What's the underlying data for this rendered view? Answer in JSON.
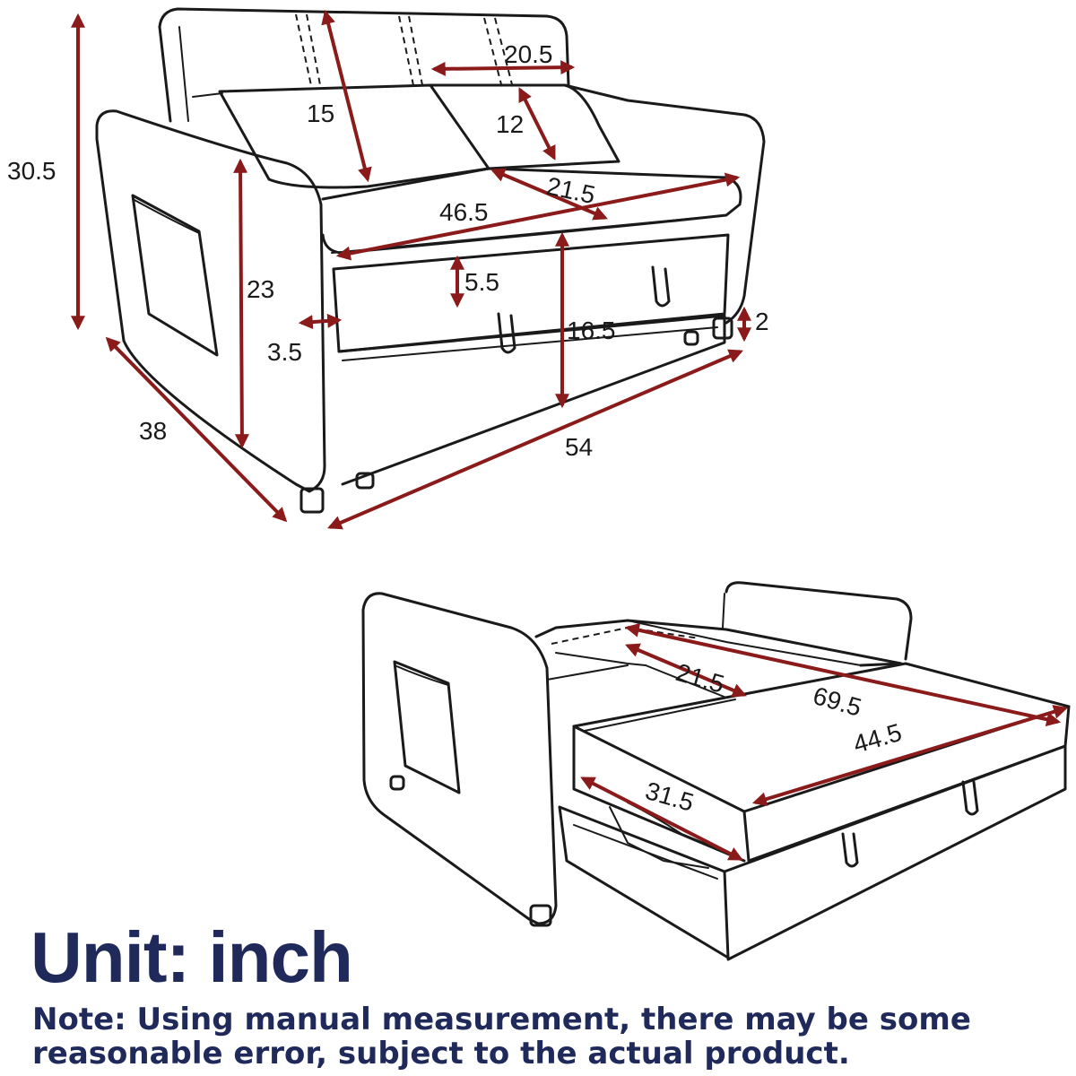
{
  "colors": {
    "dimension_line": "#8b1a1a",
    "outline": "#1a1a1a",
    "text_heading": "#1f2a5a"
  },
  "sofa_dimensions": {
    "height": "30.5",
    "pillow_height": "15",
    "pillow_width": "20.5",
    "back_cushion": "12",
    "seat_depth": "21.5",
    "seat_width": "46.5",
    "arm_height": "23",
    "seat_thickness": "5.5",
    "seat_height": "16.5",
    "leg_height": "2",
    "arm_width": "3.5",
    "depth": "38",
    "width": "54"
  },
  "bed_dimensions": {
    "seat_section": "21.5",
    "bed_length": "69.5",
    "bed_width": "44.5",
    "extension": "31.5"
  },
  "unit_label": "Unit: inch",
  "note": "Note: Using manual measurement, there may be some reasonable error, subject to the actual product."
}
